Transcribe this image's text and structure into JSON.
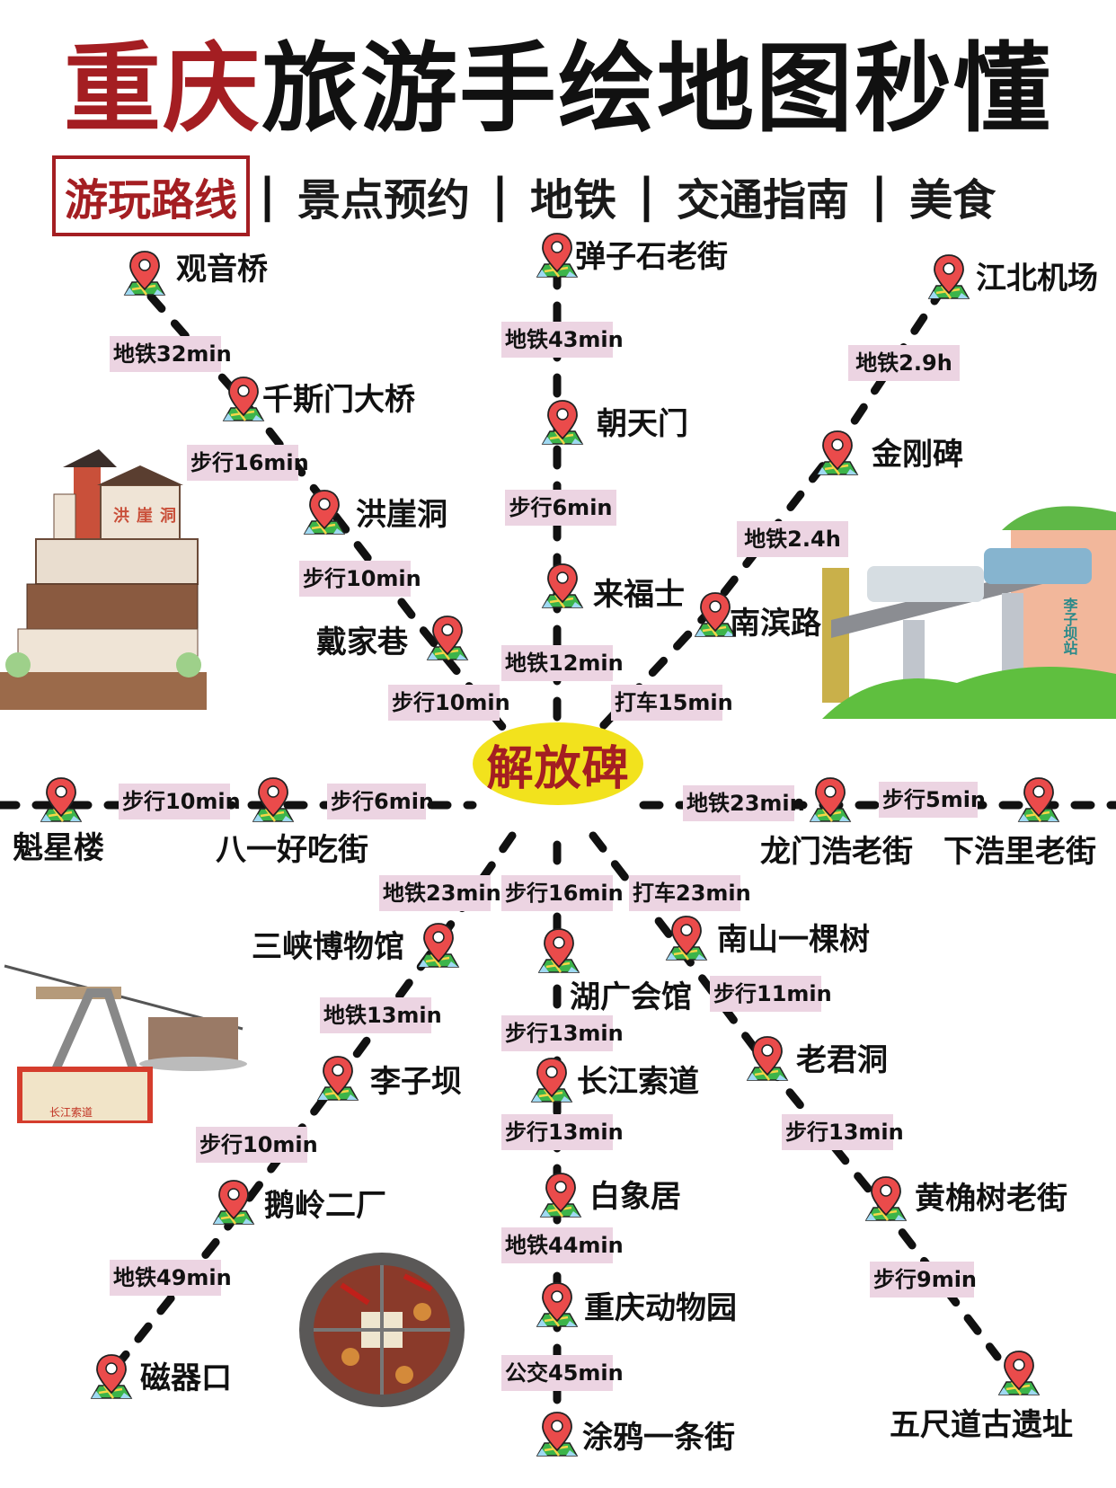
{
  "header": {
    "title_red": "重庆",
    "title_black": "旅游手绘地图秒懂",
    "tabs": [
      {
        "label": "游玩路线",
        "active": true
      },
      {
        "label": "景点预约",
        "active": false
      },
      {
        "label": "地铁",
        "active": false
      },
      {
        "label": "交通指南",
        "active": false
      },
      {
        "label": "美食",
        "active": false
      }
    ],
    "separator": "|"
  },
  "hub": {
    "name": "解放碑",
    "color": "#f2e21d",
    "text_color": "#a41e22"
  },
  "colors": {
    "accent_red": "#a41e22",
    "tag_bg": "#ecd4e2",
    "pin_red": "#e84b4b",
    "line": "#111111"
  },
  "routes": {
    "northwest": {
      "stops": [
        "观音桥",
        "千斯门大桥",
        "洪崖洞",
        "戴家巷"
      ],
      "legs": [
        "地铁32min",
        "步行16min",
        "步行10min",
        "步行10min"
      ]
    },
    "north": {
      "stops": [
        "弹子石老街",
        "朝天门",
        "来福士"
      ],
      "legs": [
        "地铁43min",
        "步行6min",
        "地铁12min"
      ]
    },
    "northeast": {
      "stops": [
        "江北机场",
        "金刚碑",
        "南滨路"
      ],
      "legs": [
        "地铁2.9h",
        "地铁2.4h",
        "打车15min"
      ]
    },
    "west": {
      "stops": [
        "魁星楼",
        "八一好吃街"
      ],
      "legs": [
        "步行10min",
        "步行6min"
      ]
    },
    "east": {
      "stops": [
        "龙门浩老街",
        "下浩里老街"
      ],
      "legs": [
        "地铁23min",
        "步行5min"
      ]
    },
    "southwest": {
      "stops": [
        "三峡博物馆",
        "李子坝",
        "鹅岭二厂",
        "磁器口"
      ],
      "legs": [
        "地铁23min",
        "地铁13min",
        "步行10min",
        "地铁49min"
      ]
    },
    "south": {
      "stops": [
        "湖广会馆",
        "长江索道",
        "白象居",
        "重庆动物园",
        "涂鸦一条街"
      ],
      "legs": [
        "步行16min",
        "步行13min",
        "步行13min",
        "地铁44min",
        "公交45min"
      ]
    },
    "southeast": {
      "stops": [
        "南山一棵树",
        "老君洞",
        "黄桷树老街",
        "五尺道古遗址"
      ],
      "legs": [
        "打车23min",
        "步行11min",
        "步行13min",
        "步行9min"
      ]
    }
  },
  "illustrations": {
    "hongyadong_sign": [
      "洪",
      "崖",
      "洞"
    ],
    "liziba_sign": "李子坝站",
    "cable_car_sign": "长江索道"
  }
}
